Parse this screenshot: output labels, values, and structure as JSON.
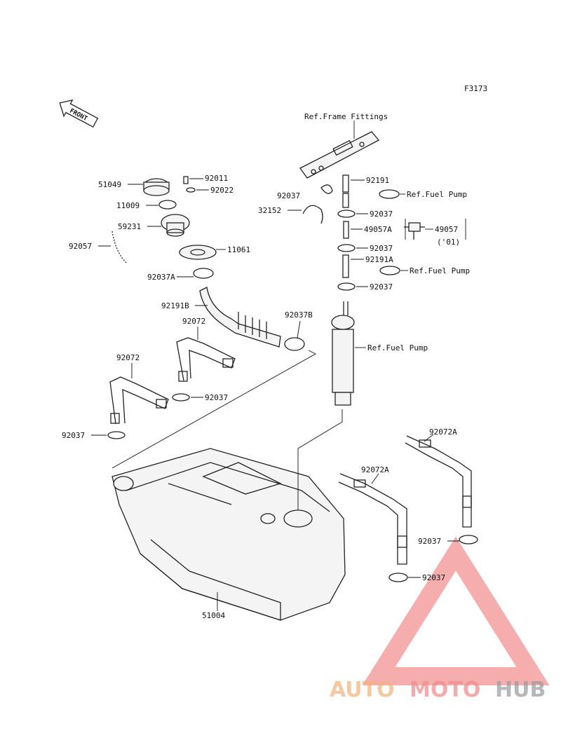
{
  "figure_code": "F3173",
  "front_label": "FRONT",
  "refs": {
    "frame_fittings": "Ref.Frame Fittings",
    "fuel_pump_1": "Ref.Fuel Pump",
    "fuel_pump_2": "Ref.Fuel Pump",
    "fuel_pump_3": "Ref.Fuel Pump"
  },
  "parts": {
    "p51049": "51049",
    "p92011": "92011",
    "p92022": "92022",
    "p11009": "11009",
    "p59231": "59231",
    "p92057": "92057",
    "p11061": "11061",
    "p92037A": "92037A",
    "p92191B": "92191B",
    "p92037B": "92037B",
    "p92072_upper": "92072",
    "p92072_left": "92072",
    "p92037_mid": "92037",
    "p92037_left": "92037",
    "p92037_top": "92037",
    "p32152": "32152",
    "p92191": "92191",
    "p92037_r1": "92037",
    "p49057A": "49057A",
    "p49057": "49057",
    "p01": "('01)",
    "p92037_r2": "92037",
    "p92191A": "92191A",
    "p92037_r3": "92037",
    "p92072A_right": "92072A",
    "p92072A_mid": "92072A",
    "p92037_br1": "92037",
    "p92037_br2": "92037",
    "p51004": "51004"
  },
  "watermark": {
    "part1": "AUTO",
    "part2": "MOTO",
    "part3": "HUB",
    "color_orange": "#f2b27a",
    "color_red": "#ef8a8a",
    "color_gray": "#9a9a9a"
  }
}
